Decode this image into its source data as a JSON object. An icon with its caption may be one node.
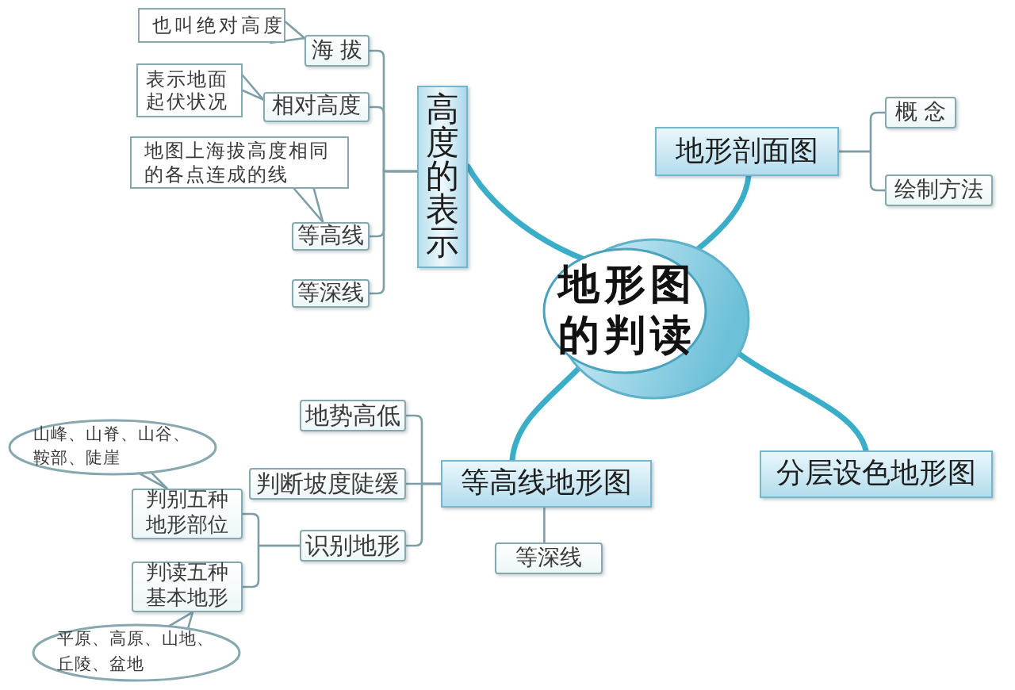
{
  "diagram": {
    "nodes": [
      {
        "text": [
          "地形图的判读"
        ]
      },
      {
        "text": [
          "高度的表示"
        ]
      },
      {
        "text": [
          "海 拔"
        ]
      },
      {
        "text": [
          "也叫绝对高度"
        ]
      },
      {
        "text": [
          "相对高度"
        ]
      },
      {
        "text": [
          "表示地面起伏状况"
        ]
      },
      {
        "text": [
          "地图上海拔高度相同的各点连成的线"
        ]
      },
      {
        "text": [
          "等高线"
        ]
      },
      {
        "text": [
          "等深线"
        ]
      },
      {
        "text": [
          "地形剖面图"
        ]
      },
      {
        "text": [
          "概 念"
        ]
      },
      {
        "text": [
          "绘制方法"
        ]
      },
      {
        "text": [
          "等高线地形图"
        ]
      },
      {
        "text": [
          "地势高低"
        ]
      },
      {
        "text": [
          "判断坡度陡缓"
        ]
      },
      {
        "text": [
          "识别地形"
        ]
      },
      {
        "text": [
          "山峰、山脊、山谷、鞍部、陡崖"
        ]
      },
      {
        "text": [
          "判别五种地形部位"
        ]
      },
      {
        "text": [
          "判读五种基本地形"
        ]
      },
      {
        "text": [
          "平原、高原、山地、丘陵、盆地"
        ]
      },
      {
        "text": [
          "等深线"
        ]
      },
      {
        "text": [
          "分层设色地形图"
        ]
      }
    ],
    "edges": [
      {
        "from": 0,
        "to": 1,
        "arrow": "none",
        "style": "thick",
        "color": "#3aaec8"
      },
      {
        "from": 1,
        "to": 2,
        "arrow": "none"
      },
      {
        "from": 1,
        "to": 4,
        "arrow": "none"
      },
      {
        "from": 1,
        "to": 7,
        "arrow": "none"
      },
      {
        "from": 1,
        "to": 8,
        "arrow": "none"
      },
      {
        "from": 3,
        "to": 2,
        "arrow": "none"
      },
      {
        "from": 5,
        "to": 4,
        "arrow": "none"
      },
      {
        "from": 6,
        "to": 7,
        "arrow": "none"
      },
      {
        "from": 0,
        "to": 9,
        "arrow": "none",
        "style": "thick",
        "color": "#3aaec8"
      },
      {
        "from": 9,
        "to": 10,
        "arrow": "none"
      },
      {
        "from": 9,
        "to": 11,
        "arrow": "none"
      },
      {
        "from": 0,
        "to": 12,
        "arrow": "none",
        "style": "thick",
        "color": "#3aaec8"
      },
      {
        "from": 12,
        "to": 13,
        "arrow": "none"
      },
      {
        "from": 12,
        "to": 14,
        "arrow": "none"
      },
      {
        "from": 12,
        "to": 15,
        "arrow": "none"
      },
      {
        "from": 15,
        "to": 17,
        "arrow": "none"
      },
      {
        "from": 15,
        "to": 18,
        "arrow": "none"
      },
      {
        "from": 16,
        "to": 17,
        "arrow": "none"
      },
      {
        "from": 19,
        "to": 18,
        "arrow": "none"
      },
      {
        "from": 12,
        "to": 20,
        "arrow": "none"
      },
      {
        "from": 0,
        "to": 21,
        "arrow": "none",
        "style": "thick",
        "color": "#3aaec8"
      }
    ]
  }
}
